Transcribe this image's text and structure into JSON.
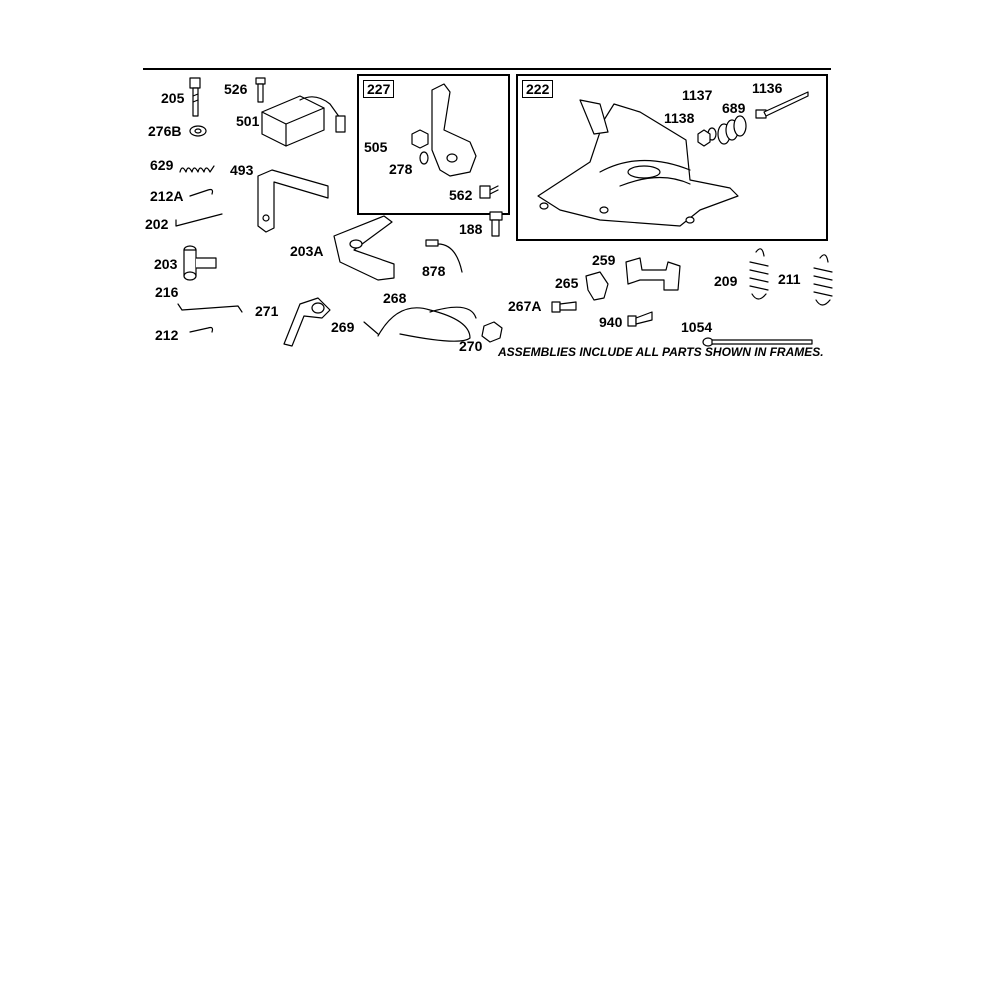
{
  "frames": {
    "frame_227": {
      "label": "227"
    },
    "frame_222": {
      "label": "222"
    }
  },
  "labels": {
    "p205": "205",
    "p526": "526",
    "p501": "501",
    "p276b": "276B",
    "p629": "629",
    "p493": "493",
    "p212a": "212A",
    "p202": "202",
    "p203": "203",
    "p216": "216",
    "p212": "212",
    "p271": "271",
    "p203a": "203A",
    "p878": "878",
    "p268": "268",
    "p269": "269",
    "p270": "270",
    "p188": "188",
    "p505": "505",
    "p278": "278",
    "p562": "562",
    "p1137": "1137",
    "p1136": "1136",
    "p689": "689",
    "p1138": "1138",
    "p259": "259",
    "p265": "265",
    "p267a": "267A",
    "p940": "940",
    "p209": "209",
    "p211": "211",
    "p1054": "1054"
  },
  "note": "ASSEMBLIES INCLUDE ALL PARTS SHOWN IN FRAMES."
}
